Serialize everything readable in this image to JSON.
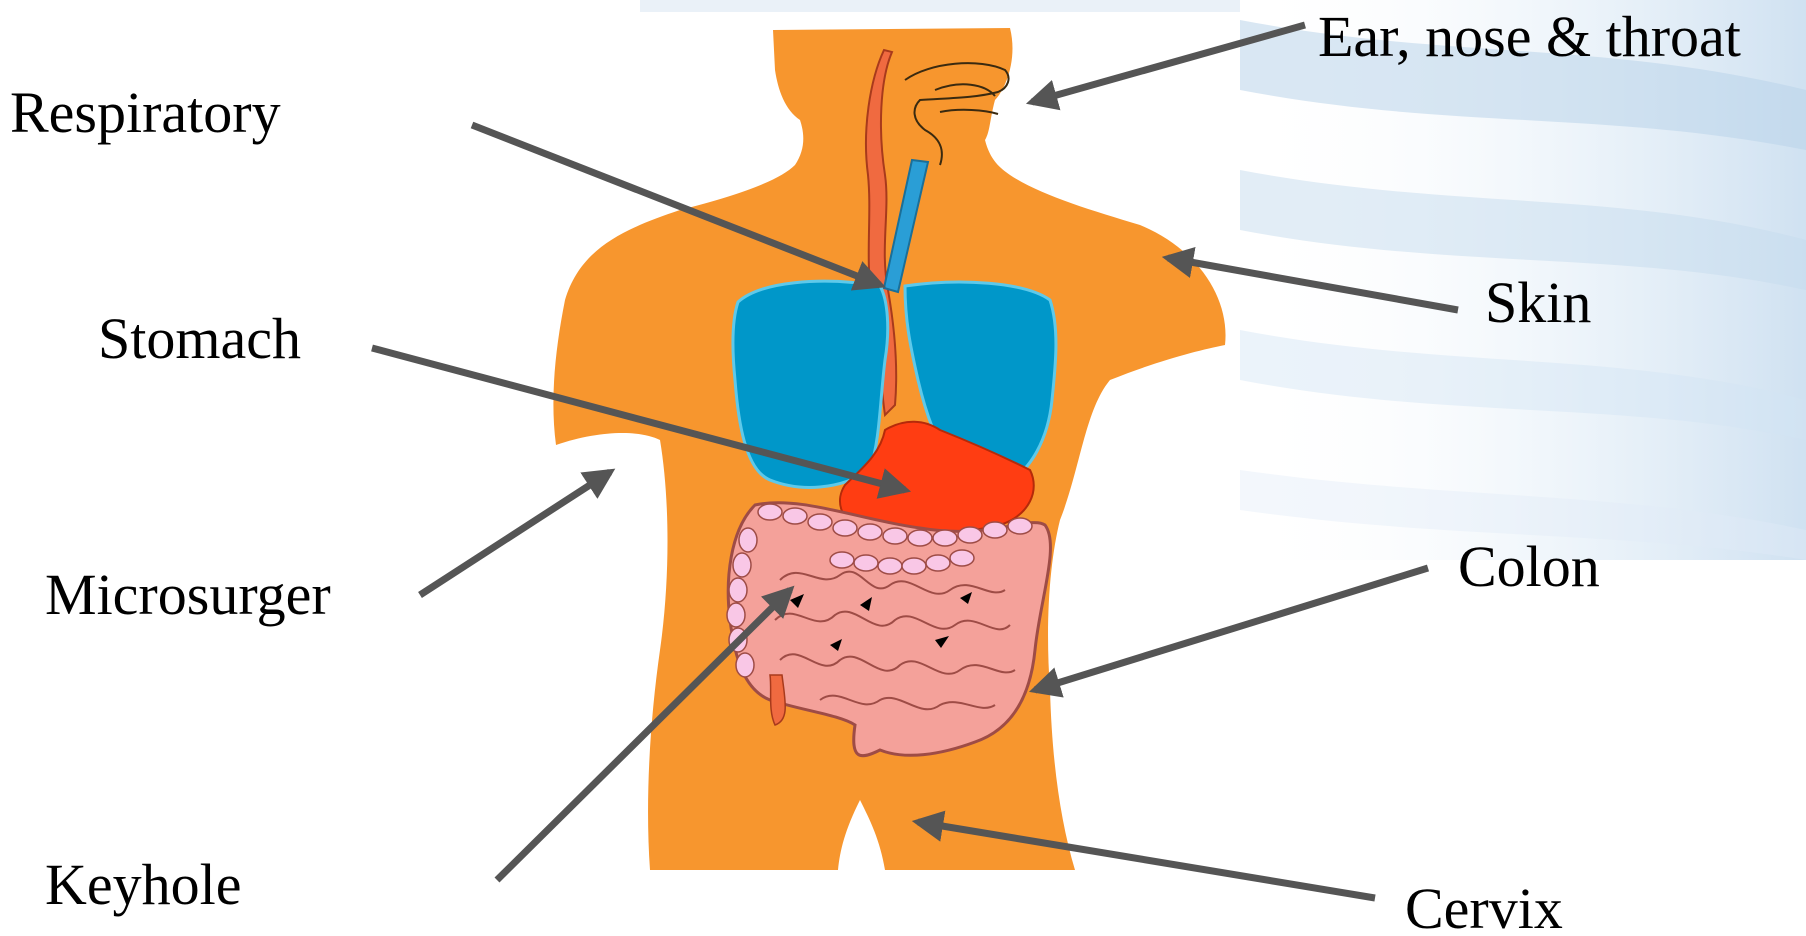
{
  "labels": {
    "ent": "Ear, nose & throat",
    "respiratory": "Respiratory",
    "skin": "Skin",
    "stomach": "Stomach",
    "microsurgery": "Microsurger",
    "colon": "Colon",
    "keyhole": "Keyhole",
    "cervix": "Cervix"
  },
  "colors": {
    "body": "#F7962E",
    "lungs": "#0097C9",
    "trachea": "#2A9ED6",
    "esophagus": "#F06A40",
    "stomach": "#FF3D12",
    "intestine": "#F4A19A",
    "colon_bead": "#F9C7E6",
    "arrow": "#555555",
    "text": "#000000"
  }
}
